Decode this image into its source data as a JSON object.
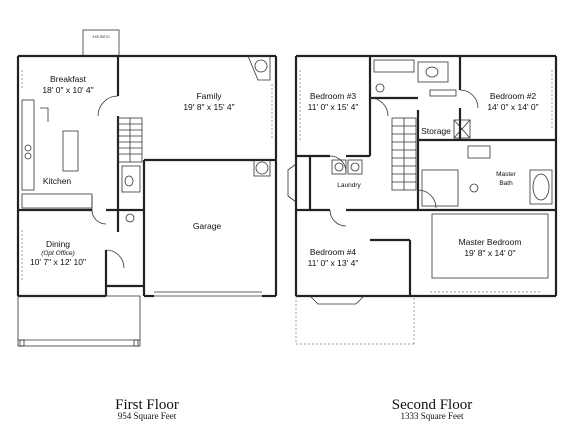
{
  "first_floor": {
    "patio": "4X8 PATIO",
    "breakfast": {
      "name": "Breakfast",
      "dims": "18' 0\" x 10' 4\""
    },
    "family": {
      "name": "Family",
      "dims": "19' 8\" x 15' 4\""
    },
    "kitchen": {
      "name": "Kitchen"
    },
    "dining": {
      "name": "Dining",
      "note": "(Opt Office)",
      "dims": "10' 7\" x 12' 10\""
    },
    "garage": {
      "name": "Garage"
    },
    "caption": "First Floor",
    "sqft": "954 Square Feet"
  },
  "second_floor": {
    "bedroom3": {
      "name": "Bedroom #3",
      "dims": "11' 0\" x 15' 4\""
    },
    "bedroom2": {
      "name": "Bedroom #2",
      "dims": "14' 0\" x 14' 0\""
    },
    "storage": {
      "name": "Storage"
    },
    "laundry": {
      "name": "Laundry"
    },
    "master_bath": {
      "name": "Master",
      "name2": "Bath"
    },
    "bedroom4": {
      "name": "Bedroom #4",
      "dims": "11' 0\" x 13' 4\""
    },
    "master_bedroom": {
      "name": "Master Bedroom",
      "dims": "19' 8\" x 14' 0\""
    },
    "caption": "Second Floor",
    "sqft": "1333 Square Feet"
  }
}
